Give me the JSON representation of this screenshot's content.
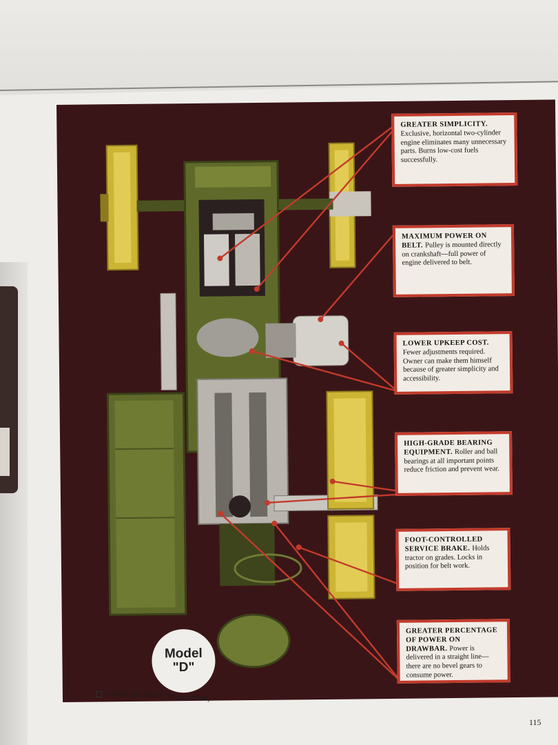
{
  "plate": {
    "callouts": [
      {
        "title": "GREATER SIMPLICITY.",
        "body": "Exclusive, horizontal two-cylinder engine eliminates many unnecessary parts. Burns low-cost fuels successfully."
      },
      {
        "title": "MAXIMUM POWER ON BELT.",
        "body": "Pulley is mounted directly on crankshaft—full power of engine delivered to belt."
      },
      {
        "title": "LOWER UPKEEP COST.",
        "body": "Fewer adjustments required. Owner can make them himself because of greater simplicity and accessibility."
      },
      {
        "title": "HIGH-GRADE BEARING EQUIPMENT.",
        "body": "Roller and ball bearings at all important points reduce friction and prevent wear."
      },
      {
        "title": "FOOT-CONTROLLED SERVICE BRAKE.",
        "body": "Holds tractor on grades. Locks in position for belt work."
      },
      {
        "title": "GREATER PERCENTAGE OF POWER ON DRAWBAR.",
        "body": "Power is delivered in a straight line—there are no bevel gears to consume power."
      }
    ],
    "badge": {
      "line1": "Model",
      "line2": "\"D\""
    }
  },
  "caption": {
    "marker": "B",
    "text": "Cutaway of Model \"D\" (overhead)"
  },
  "page_number": "115",
  "colors": {
    "plate_bg": "#3a1517",
    "callout_border": "#c23b2c",
    "tractor_green": "#5f6a2a",
    "wheel_yellow": "#d8c13a"
  }
}
